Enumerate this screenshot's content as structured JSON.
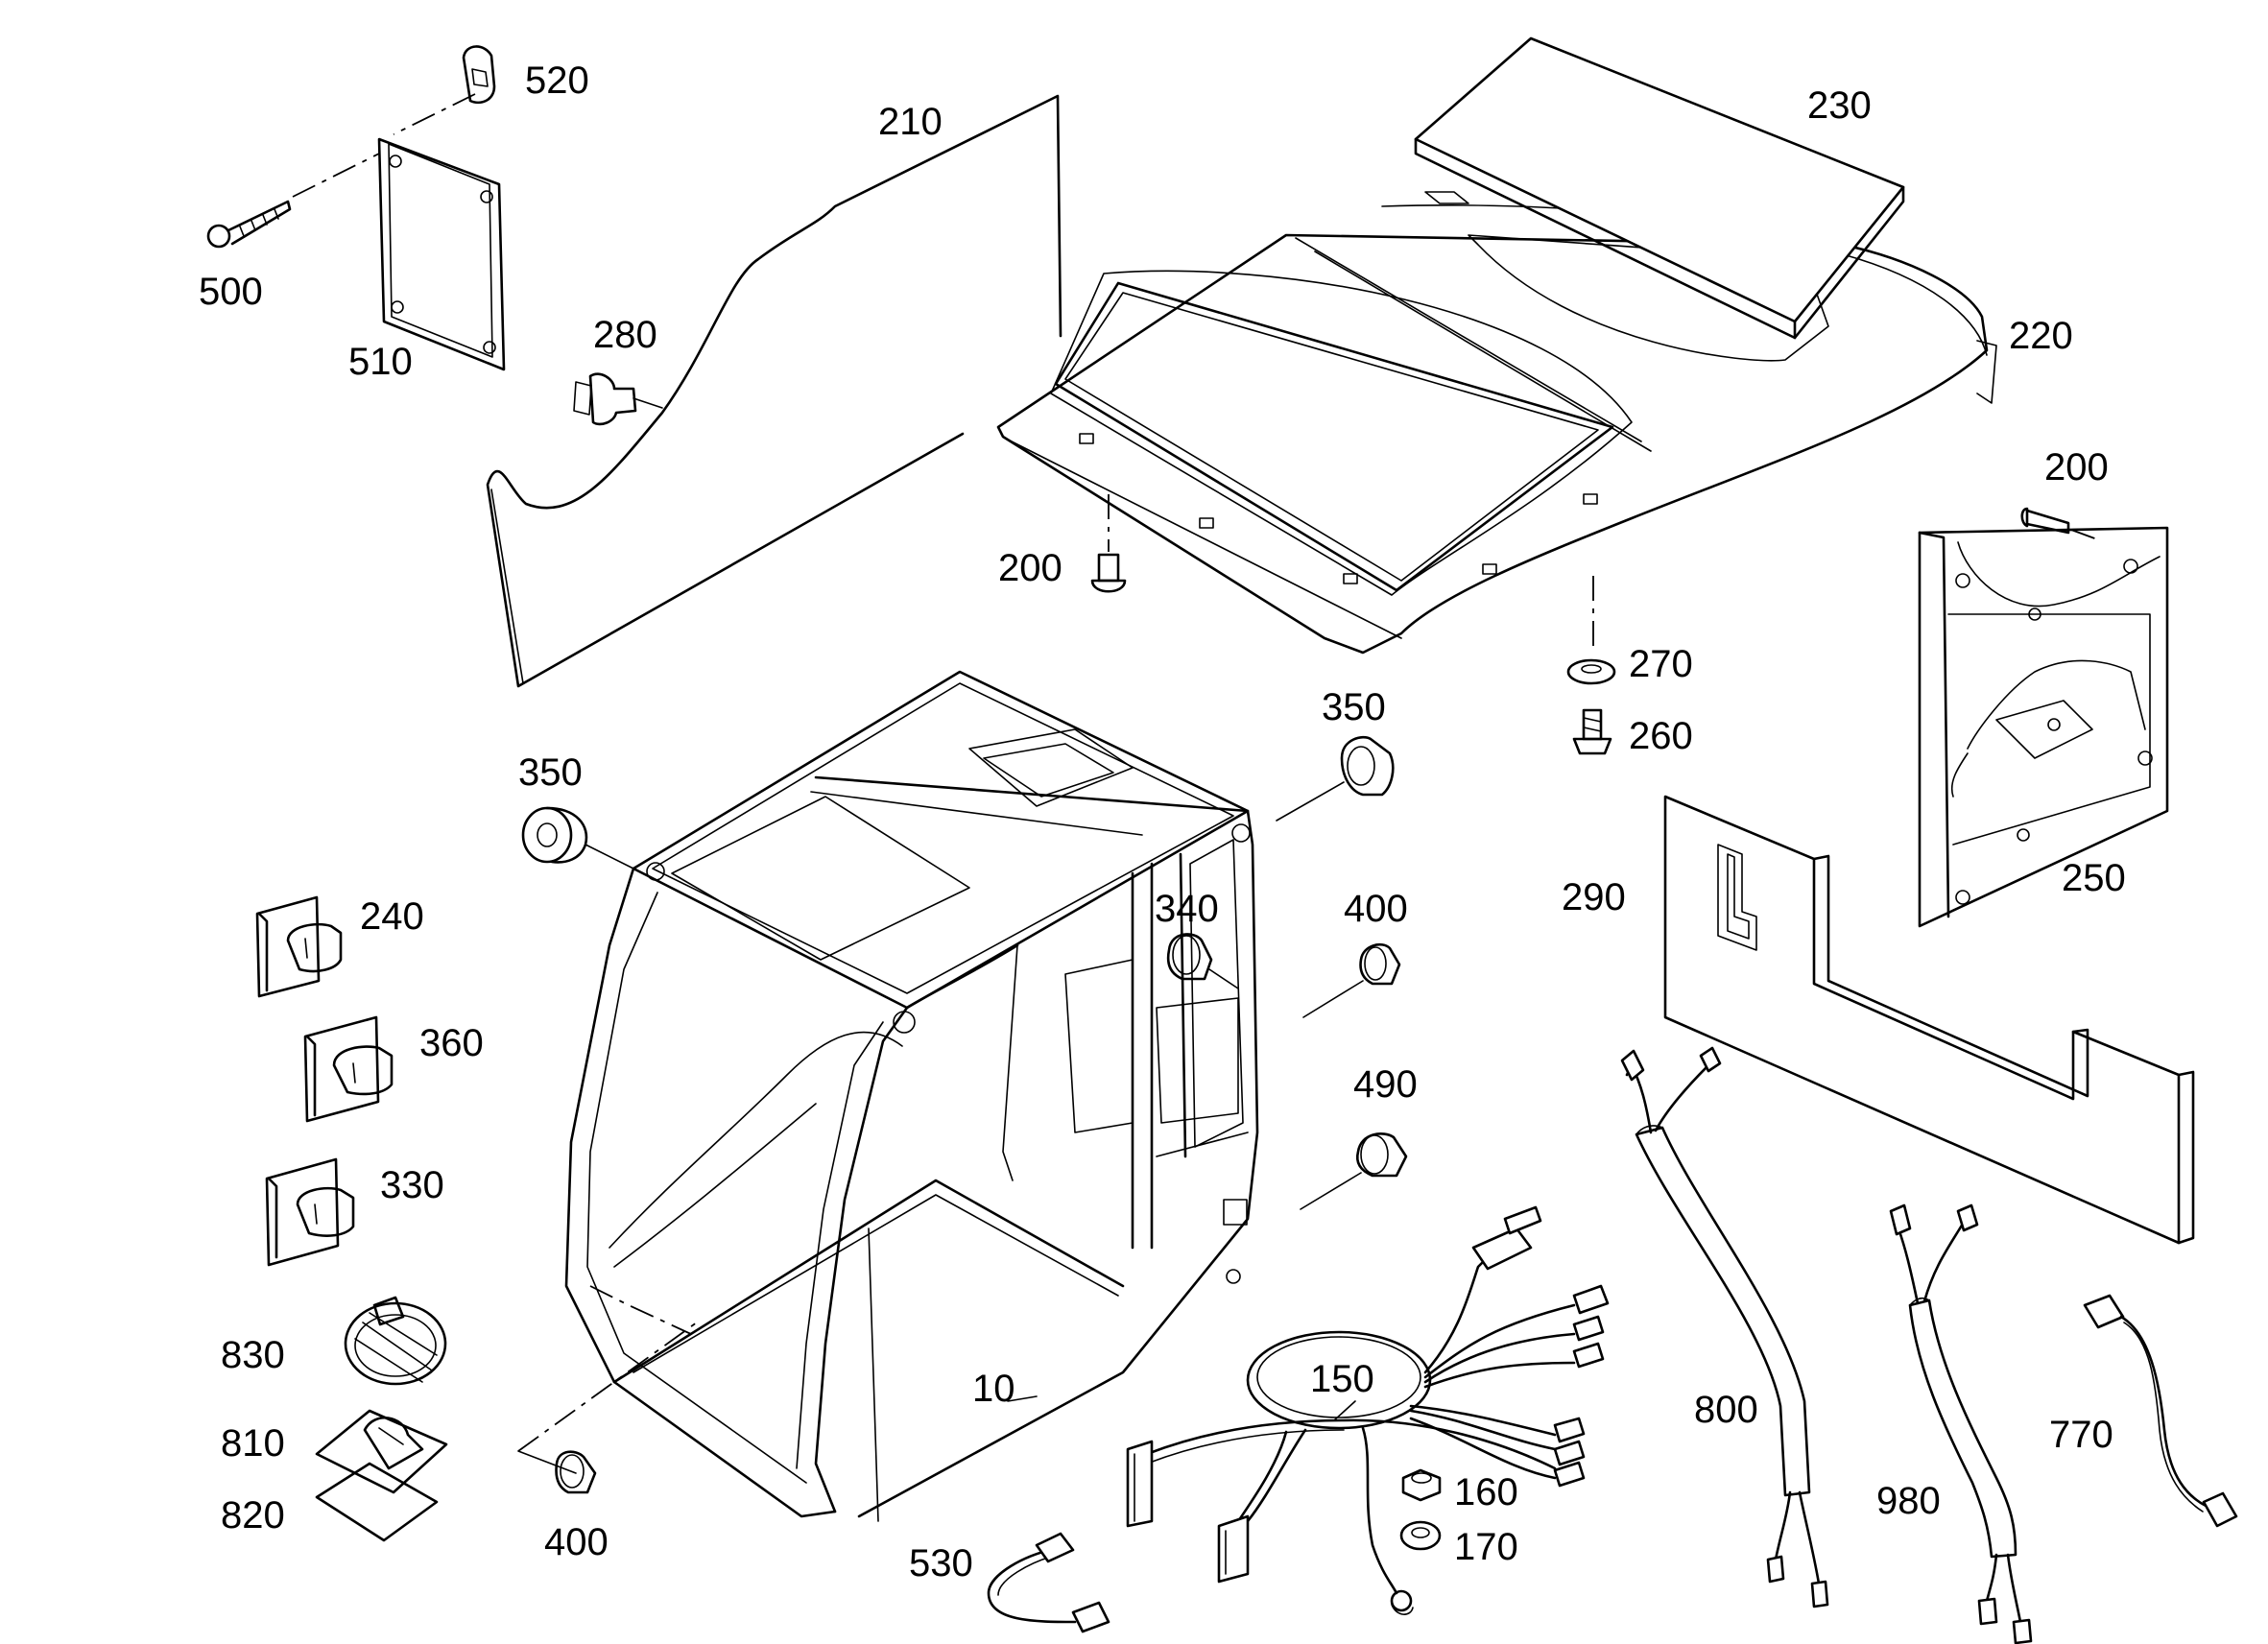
{
  "diagram": {
    "labels": {
      "p10": "10",
      "p150": "150",
      "p160": "160",
      "p170": "170",
      "p200a": "200",
      "p200b": "200",
      "p210": "210",
      "p220": "220",
      "p230": "230",
      "p240": "240",
      "p250": "250",
      "p260": "260",
      "p270": "270",
      "p280": "280",
      "p290": "290",
      "p330": "330",
      "p340": "340",
      "p350a": "350",
      "p350b": "350",
      "p360": "360",
      "p400a": "400",
      "p400b": "400",
      "p490": "490",
      "p500": "500",
      "p510": "510",
      "p520": "520",
      "p530": "530",
      "p770": "770",
      "p800": "800",
      "p810": "810",
      "p820": "820",
      "p830": "830",
      "p980": "980"
    }
  }
}
